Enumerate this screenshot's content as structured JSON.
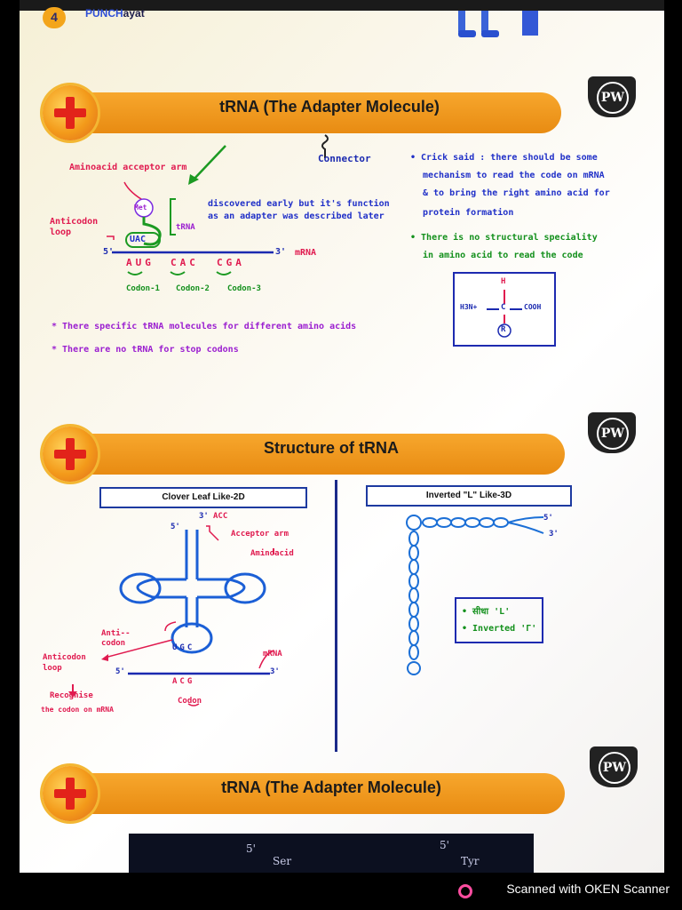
{
  "header": {
    "page_number": "4",
    "brand_prefix": "PUNCH",
    "brand_suffix": "ayat"
  },
  "section1": {
    "title": "tRNA (The Adapter Molecule)",
    "connector": "Connector",
    "aminoacid_acceptor_arm": "Aminoacid acceptor arm",
    "met": "Met",
    "anticodon_loop": "Anticodon loop",
    "trna": "tRNA",
    "discovery_note_1": "discovered early but it's function",
    "discovery_note_2": "as an adapter was described later",
    "anticodon": "UAC",
    "mrna_codons": [
      "AUG",
      "CAC",
      "CGA"
    ],
    "five_prime": "5'",
    "three_prime": "3'",
    "mrna": "mRNA",
    "codon_labels": [
      "Codon-1",
      "Codon-2",
      "Codon-3"
    ],
    "crick_1": "• Crick said : there should be some",
    "crick_2": "mechanism to read the code on mRNA",
    "crick_3": "& to bring the right amino acid for",
    "crick_4": "protein formation",
    "no_speciality_1": "• There is no structural speciality",
    "no_speciality_2": "in amino acid to read the code",
    "aa_h": "H",
    "aa_left": "H3N+",
    "aa_c": "C",
    "aa_right": "COOH",
    "aa_r": "R",
    "note_1": "* There specific tRNA molecules for different amino acids",
    "note_2": "* There are no tRNA for stop codons"
  },
  "section2": {
    "title": "Structure of tRNA",
    "left_box": "Clover Leaf Like-2D",
    "right_box": "Inverted \"L\" Like-3D",
    "acc": "ACC",
    "acceptor_arm": "Acceptor arm",
    "aminoacid": "Aminoacid",
    "anti_codon": "Anti--codon",
    "anticodon_loop": "Anticodon loop",
    "recognise": "Recognise",
    "recognise_2": "the codon on mRNA",
    "mrna": "mRNA",
    "anticodon_bases": "UGC",
    "codon_bases": "ACG",
    "codon": "Codon",
    "five_prime": "5'",
    "three_prime": "3'",
    "hindi_l": "• सीधा 'L'",
    "inverted_l": "• Inverted 'Γ'"
  },
  "section3": {
    "title": "tRNA (The Adapter Molecule)",
    "strip_left": "Ser",
    "strip_right": "Tyr",
    "strip_5": "5'"
  },
  "pw_logo": "PW",
  "footer": {
    "scanner": "Scanned with OKEN Scanner"
  }
}
